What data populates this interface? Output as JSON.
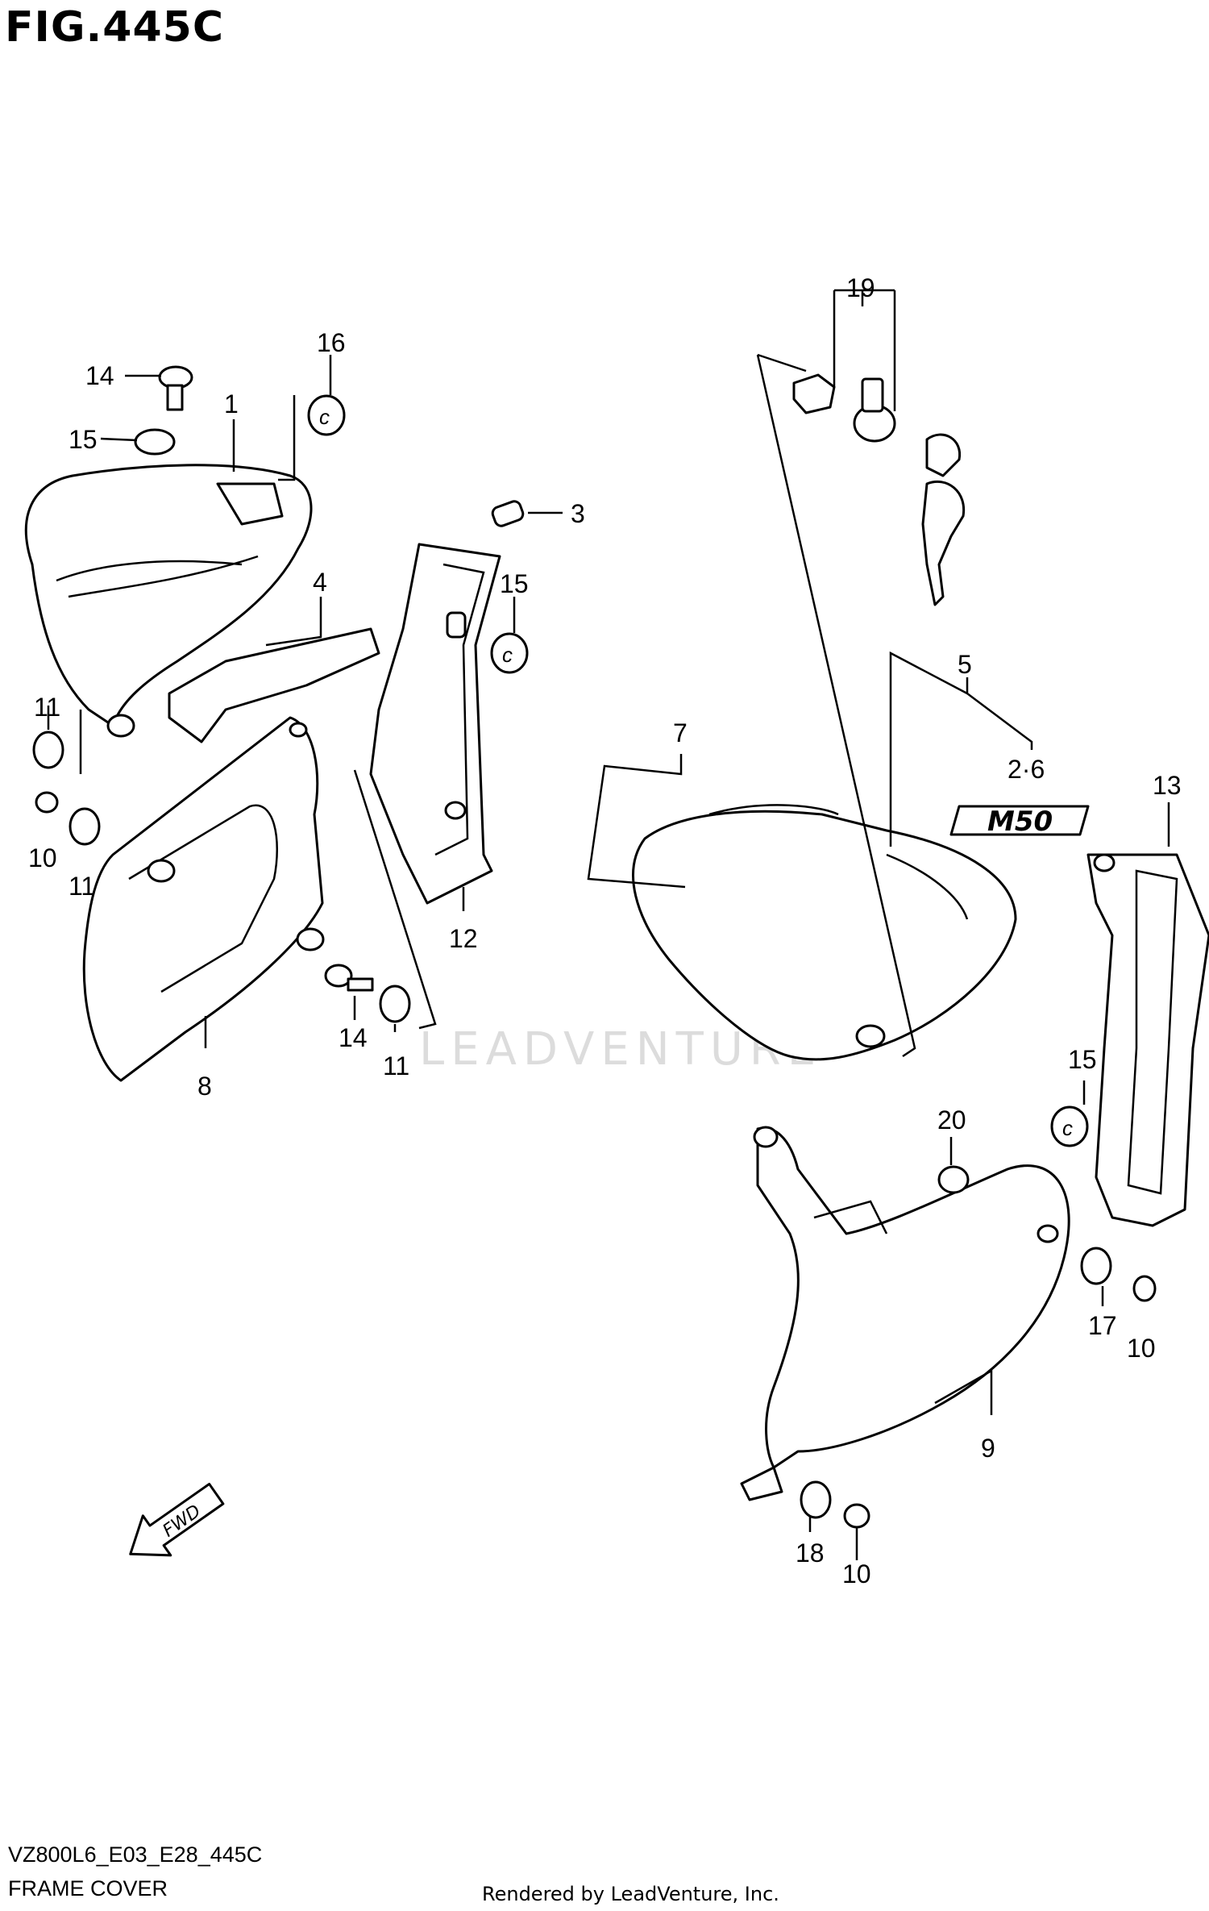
{
  "figure_title": "FIG.445C",
  "model_code": "VZ800L6_E03_E28_445C",
  "section_name": "FRAME COVER",
  "credit": "Rendered by LeadVenture, Inc.",
  "watermark": "LEADVENTURE",
  "fwd_label": "FWD",
  "emblem_text": "M50",
  "callouts": [
    "1",
    "2·6",
    "3",
    "4",
    "5",
    "7",
    "8",
    "9",
    "10",
    "10",
    "10",
    "11",
    "11",
    "11",
    "12",
    "13",
    "14",
    "14",
    "15",
    "15",
    "15",
    "16",
    "17",
    "18",
    "19",
    "20"
  ]
}
